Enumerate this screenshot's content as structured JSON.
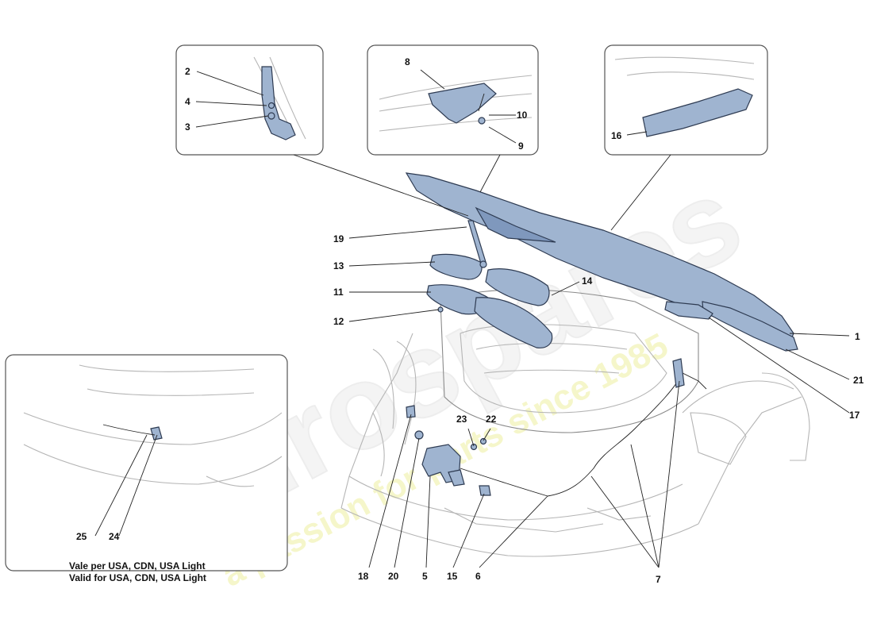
{
  "callouts": {
    "c1": "1",
    "c2": "2",
    "c3": "3",
    "c4": "4",
    "c5": "5",
    "c6": "6",
    "c7": "7",
    "c8": "8",
    "c9": "9",
    "c10": "10",
    "c11": "11",
    "c12": "12",
    "c13": "13",
    "c14": "14",
    "c15": "15",
    "c16": "16",
    "c17": "17",
    "c18": "18",
    "c19": "19",
    "c20": "20",
    "c21": "21",
    "c22": "22",
    "c23": "23",
    "c24": "24",
    "c25": "25"
  },
  "inset_note": {
    "line1": "Vale per USA, CDN, USA Light",
    "line2": "Valid for USA, CDN, USA Light"
  },
  "watermark": {
    "brand": "eurospares",
    "tagline": "a passion for parts since 1985"
  },
  "colors": {
    "part_fill": "#9fb4d0",
    "part_stroke": "#2e3b52",
    "watermark_yellow": "#eef0a0"
  }
}
